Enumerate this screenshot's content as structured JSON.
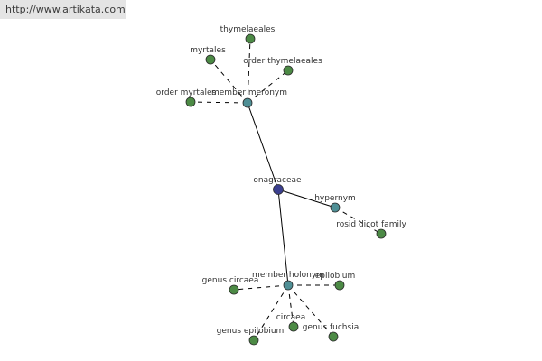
{
  "banner": {
    "text": "http://www.artikata.com"
  },
  "colors": {
    "root": "#3b3f8f",
    "relation": "#4f8f95",
    "leaf": "#4c8a45",
    "edge": "#000000"
  },
  "graph": {
    "root": "onagraceae",
    "relations": [
      {
        "id": "member-meronym",
        "label": "member meronym",
        "leaves": [
          "thymelaeales",
          "myrtales",
          "order thymelaeales",
          "order myrtales"
        ]
      },
      {
        "id": "hypernym",
        "label": "hypernym",
        "leaves": [
          "rosid dicot family"
        ]
      },
      {
        "id": "member-holonym",
        "label": "member holonym",
        "leaves": [
          "genus circaea",
          "epilobium",
          "genus epilobium",
          "circaea",
          "genus fuchsia"
        ]
      }
    ]
  }
}
